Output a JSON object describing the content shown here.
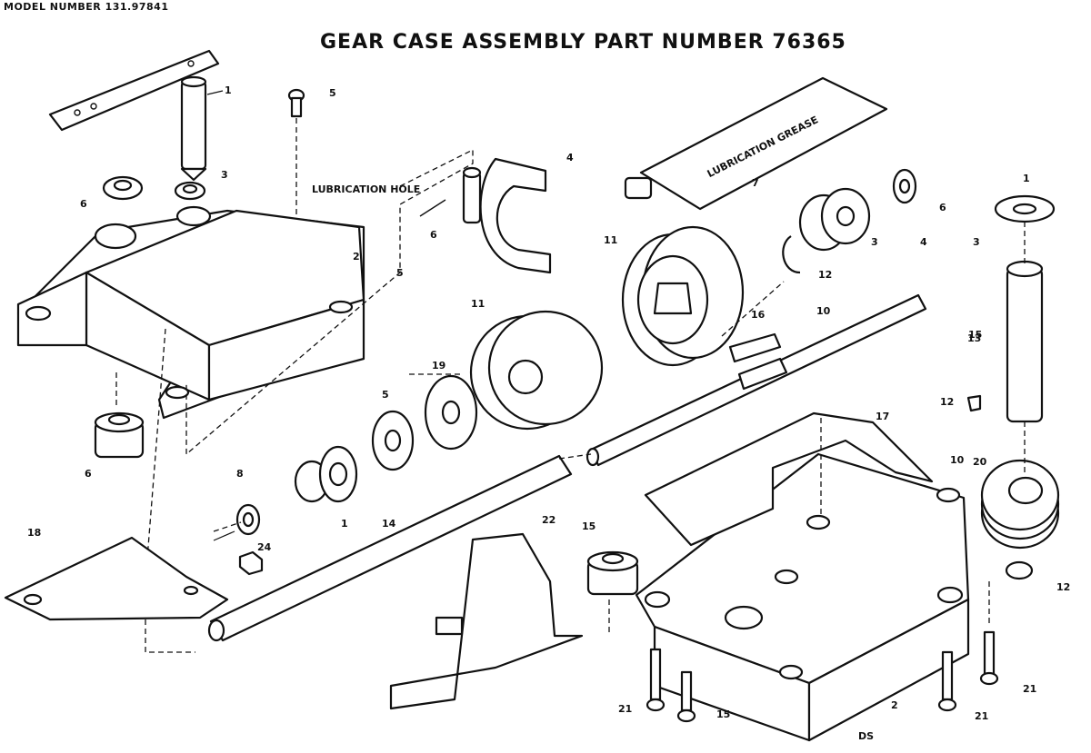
{
  "header": {
    "model_number": "MODEL NUMBER 131.97841",
    "title": "GEAR CASE ASSEMBLY PART NUMBER 76365"
  },
  "labels": {
    "lubrication_grease": "LUBRICATION GREASE",
    "lubrication_hole": "LUBRICATION HOLE",
    "footer_code": "DS"
  },
  "callouts": [
    "1",
    "3",
    "5",
    "6",
    "4",
    "2",
    "6",
    "6",
    "7",
    "5",
    "3",
    "6",
    "4",
    "11",
    "12",
    "1",
    "11",
    "3",
    "10",
    "16",
    "15",
    "13",
    "12",
    "19",
    "17",
    "10",
    "8",
    "5",
    "1",
    "14",
    "20",
    "22",
    "24",
    "18",
    "15",
    "12",
    "21",
    "15",
    "2",
    "21",
    "21"
  ]
}
